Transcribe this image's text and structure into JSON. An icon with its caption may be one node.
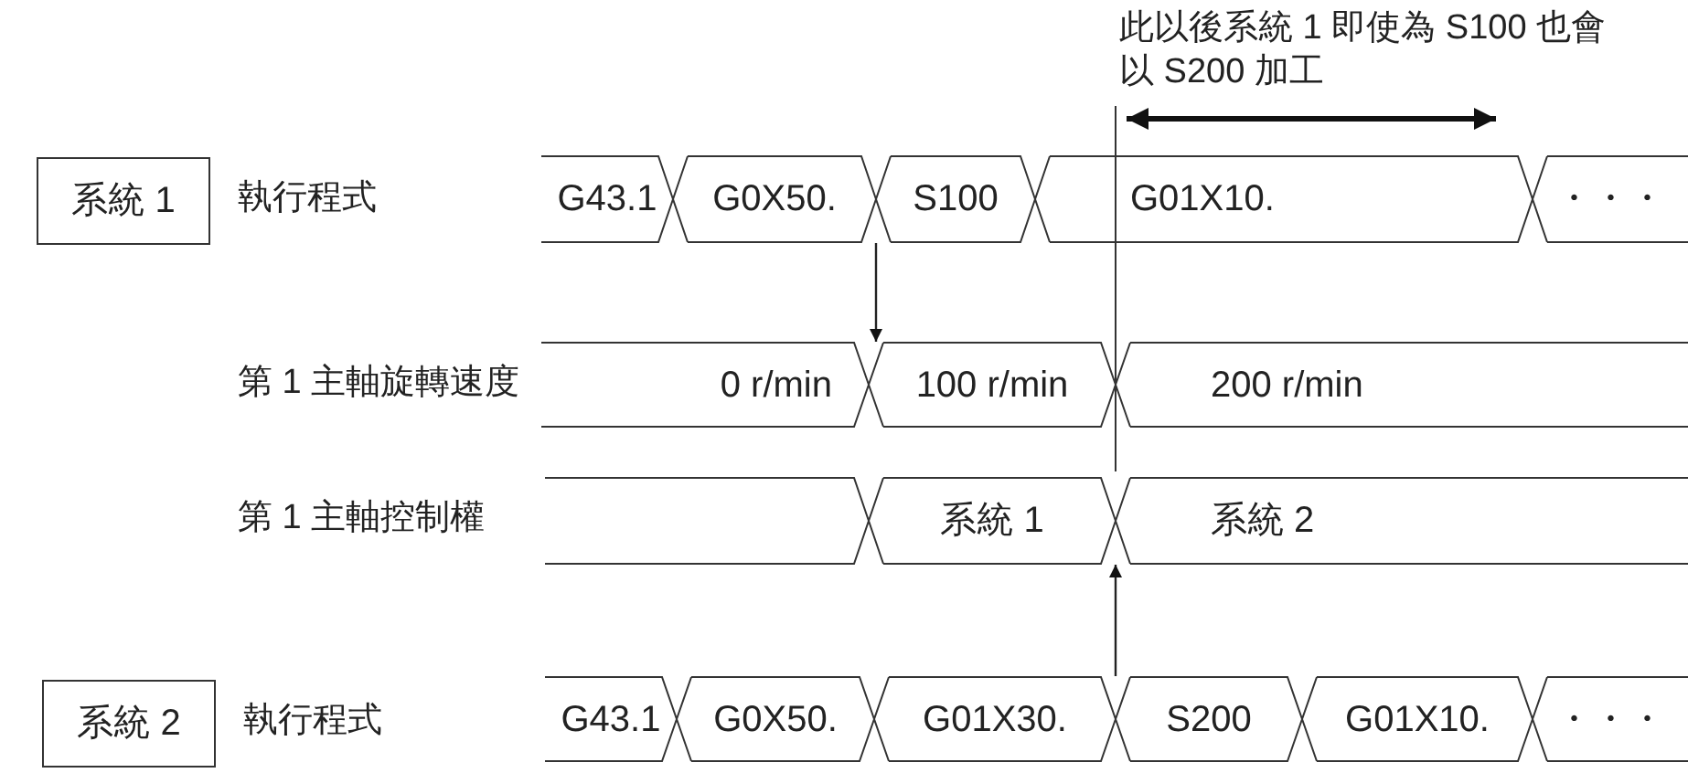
{
  "diagram": {
    "nodes": [
      {
        "text": [
          "系統 1"
        ],
        "beside": [
          "執行程式"
        ]
      },
      {
        "text": [
          "G43.1"
        ]
      },
      {
        "text": [
          "G0X50."
        ]
      },
      {
        "text": [
          "S100"
        ]
      },
      {
        "text": [
          "G01X10."
        ]
      },
      {
        "text": [
          "・・・"
        ]
      },
      {
        "text": [
          "0 r/min"
        ]
      },
      {
        "text": [
          "100 r/min"
        ]
      },
      {
        "text": [
          "200 r/min"
        ]
      },
      {
        "text": [],
        "shape": "bar"
      },
      {
        "text": [
          "系統 1"
        ]
      },
      {
        "text": [
          "系統 2"
        ]
      },
      {
        "text": [
          "系統 2"
        ],
        "beside": [
          "執行程式"
        ]
      },
      {
        "text": [
          "G43.1"
        ]
      },
      {
        "text": [
          "G0X50."
        ]
      },
      {
        "text": [
          "G01X30."
        ]
      },
      {
        "text": [
          "S200"
        ]
      },
      {
        "text": [
          "G01X10."
        ]
      },
      {
        "text": [
          "・・・"
        ]
      }
    ],
    "edges": [
      {
        "from": 2,
        "to": 7,
        "arrow": "to"
      },
      {
        "from": 16,
        "to": 11,
        "arrow": "to"
      }
    ],
    "labels": [
      "此以後系統 1 即使為 S100 也會以 S200 加工",
      "第 1 主軸旋轉速度",
      "第 1 主軸控制權"
    ]
  }
}
